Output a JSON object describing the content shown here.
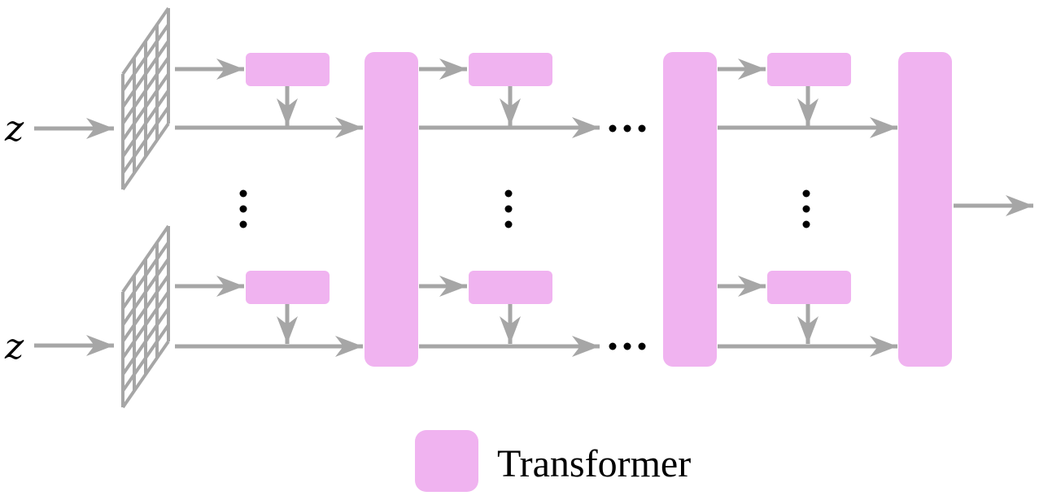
{
  "inputs": [
    "z",
    "z"
  ],
  "legend": {
    "label": "Transformer",
    "color": "#f0b3f0"
  },
  "colors": {
    "transformer_fill": "#f0b3f0",
    "arrow": "#a6a6a6",
    "grid": "#a6a6a6",
    "dots": "#000000"
  },
  "ellipsis": "…"
}
